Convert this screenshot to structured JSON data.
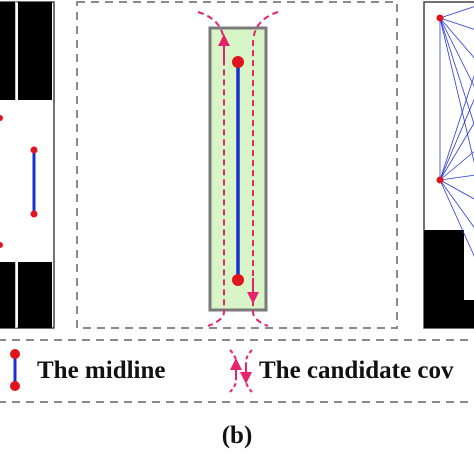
{
  "legend": {
    "midline_label": "The midline",
    "candidate_label": "The candidate cov"
  },
  "caption": "(b)",
  "colors": {
    "midline": "#1a2fd0",
    "endpoint": "#e0141e",
    "candidate_path": "#e8236e",
    "cell_fill": "#d8f5c8",
    "dashed_border": "#7a7a7a",
    "obstacle": "#000000",
    "ray": "#2b3bd6"
  }
}
